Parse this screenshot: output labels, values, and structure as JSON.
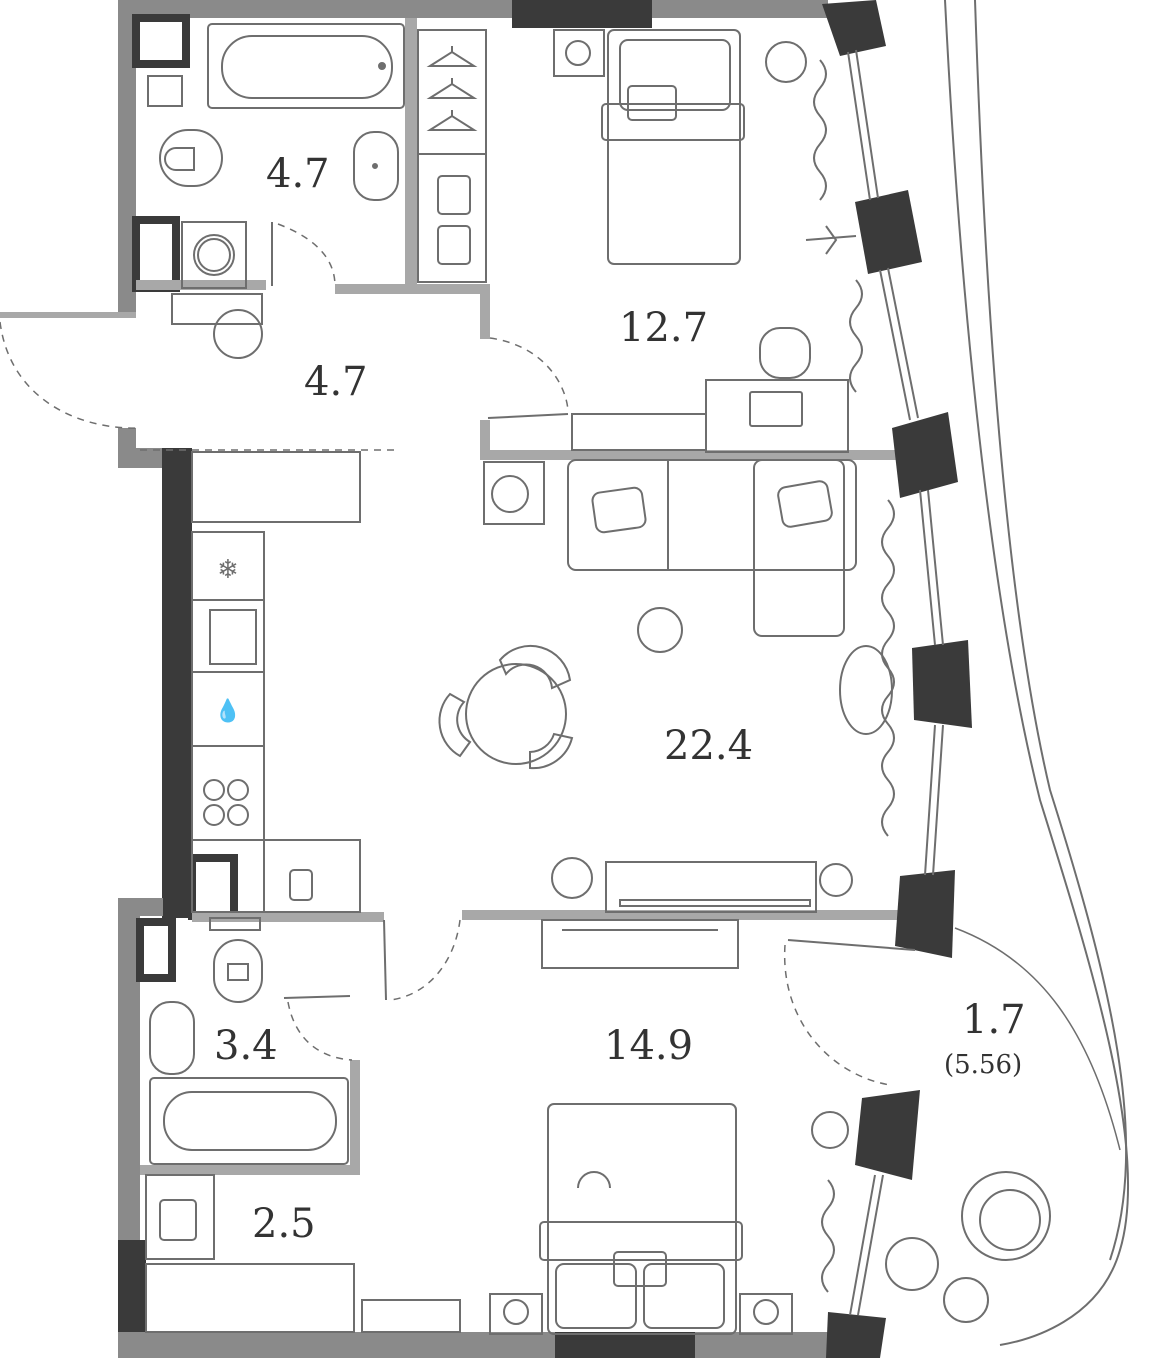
{
  "colors": {
    "wall_dark": "#3a3a3a",
    "wall_mid": "#8a8a8a",
    "partition": "#a8a8a8",
    "line": "#6e6e6e",
    "background": "#ffffff",
    "text": "#333333"
  },
  "rooms": [
    {
      "id": "bathroom-top",
      "area": "4.7"
    },
    {
      "id": "bedroom-top",
      "area": "12.7"
    },
    {
      "id": "hallway",
      "area": "4.7"
    },
    {
      "id": "living-kitchen",
      "area": "22.4"
    },
    {
      "id": "bathroom-bottom",
      "area": "3.4"
    },
    {
      "id": "bedroom-bottom",
      "area": "14.9"
    },
    {
      "id": "wardrobe",
      "area": "2.5"
    },
    {
      "id": "balcony",
      "area": "1.7",
      "sub_area": "(5.56)"
    }
  ],
  "icons": {
    "freezer": "snowflake-icon",
    "sink": "sink-icon",
    "water": "water-drops-icon",
    "hob": "cooktop-icon"
  }
}
